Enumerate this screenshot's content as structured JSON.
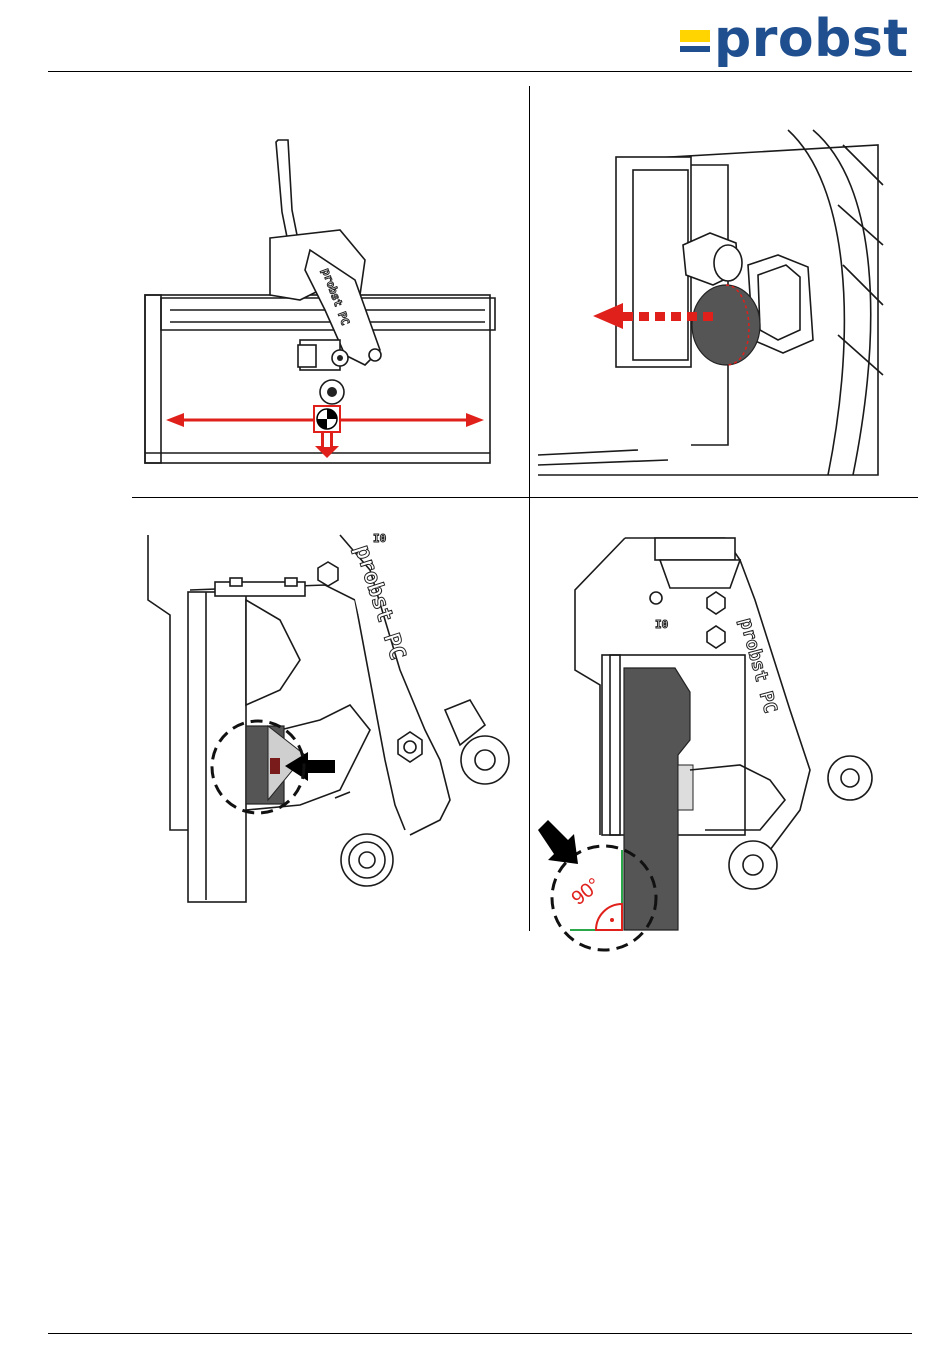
{
  "header": {
    "brand": "probst",
    "brand_colors": {
      "yellow": "#ffd400",
      "blue": "#1f4f8f"
    }
  },
  "figures": {
    "top_left": {
      "engraving": "probst PC",
      "marker": "center-of-gravity-symbol"
    },
    "top_right": {
      "arrow": "red dashed arrow left"
    },
    "bottom_left": {
      "engraving": "probst PC",
      "small_text": "I0"
    },
    "bottom_right": {
      "engraving": "probst PC",
      "small_text": "I0",
      "angle_label": "90°"
    }
  },
  "colors": {
    "accent_red": "#e0201b",
    "ok_green": "#2aa84a",
    "arrow_black": "#000000"
  }
}
